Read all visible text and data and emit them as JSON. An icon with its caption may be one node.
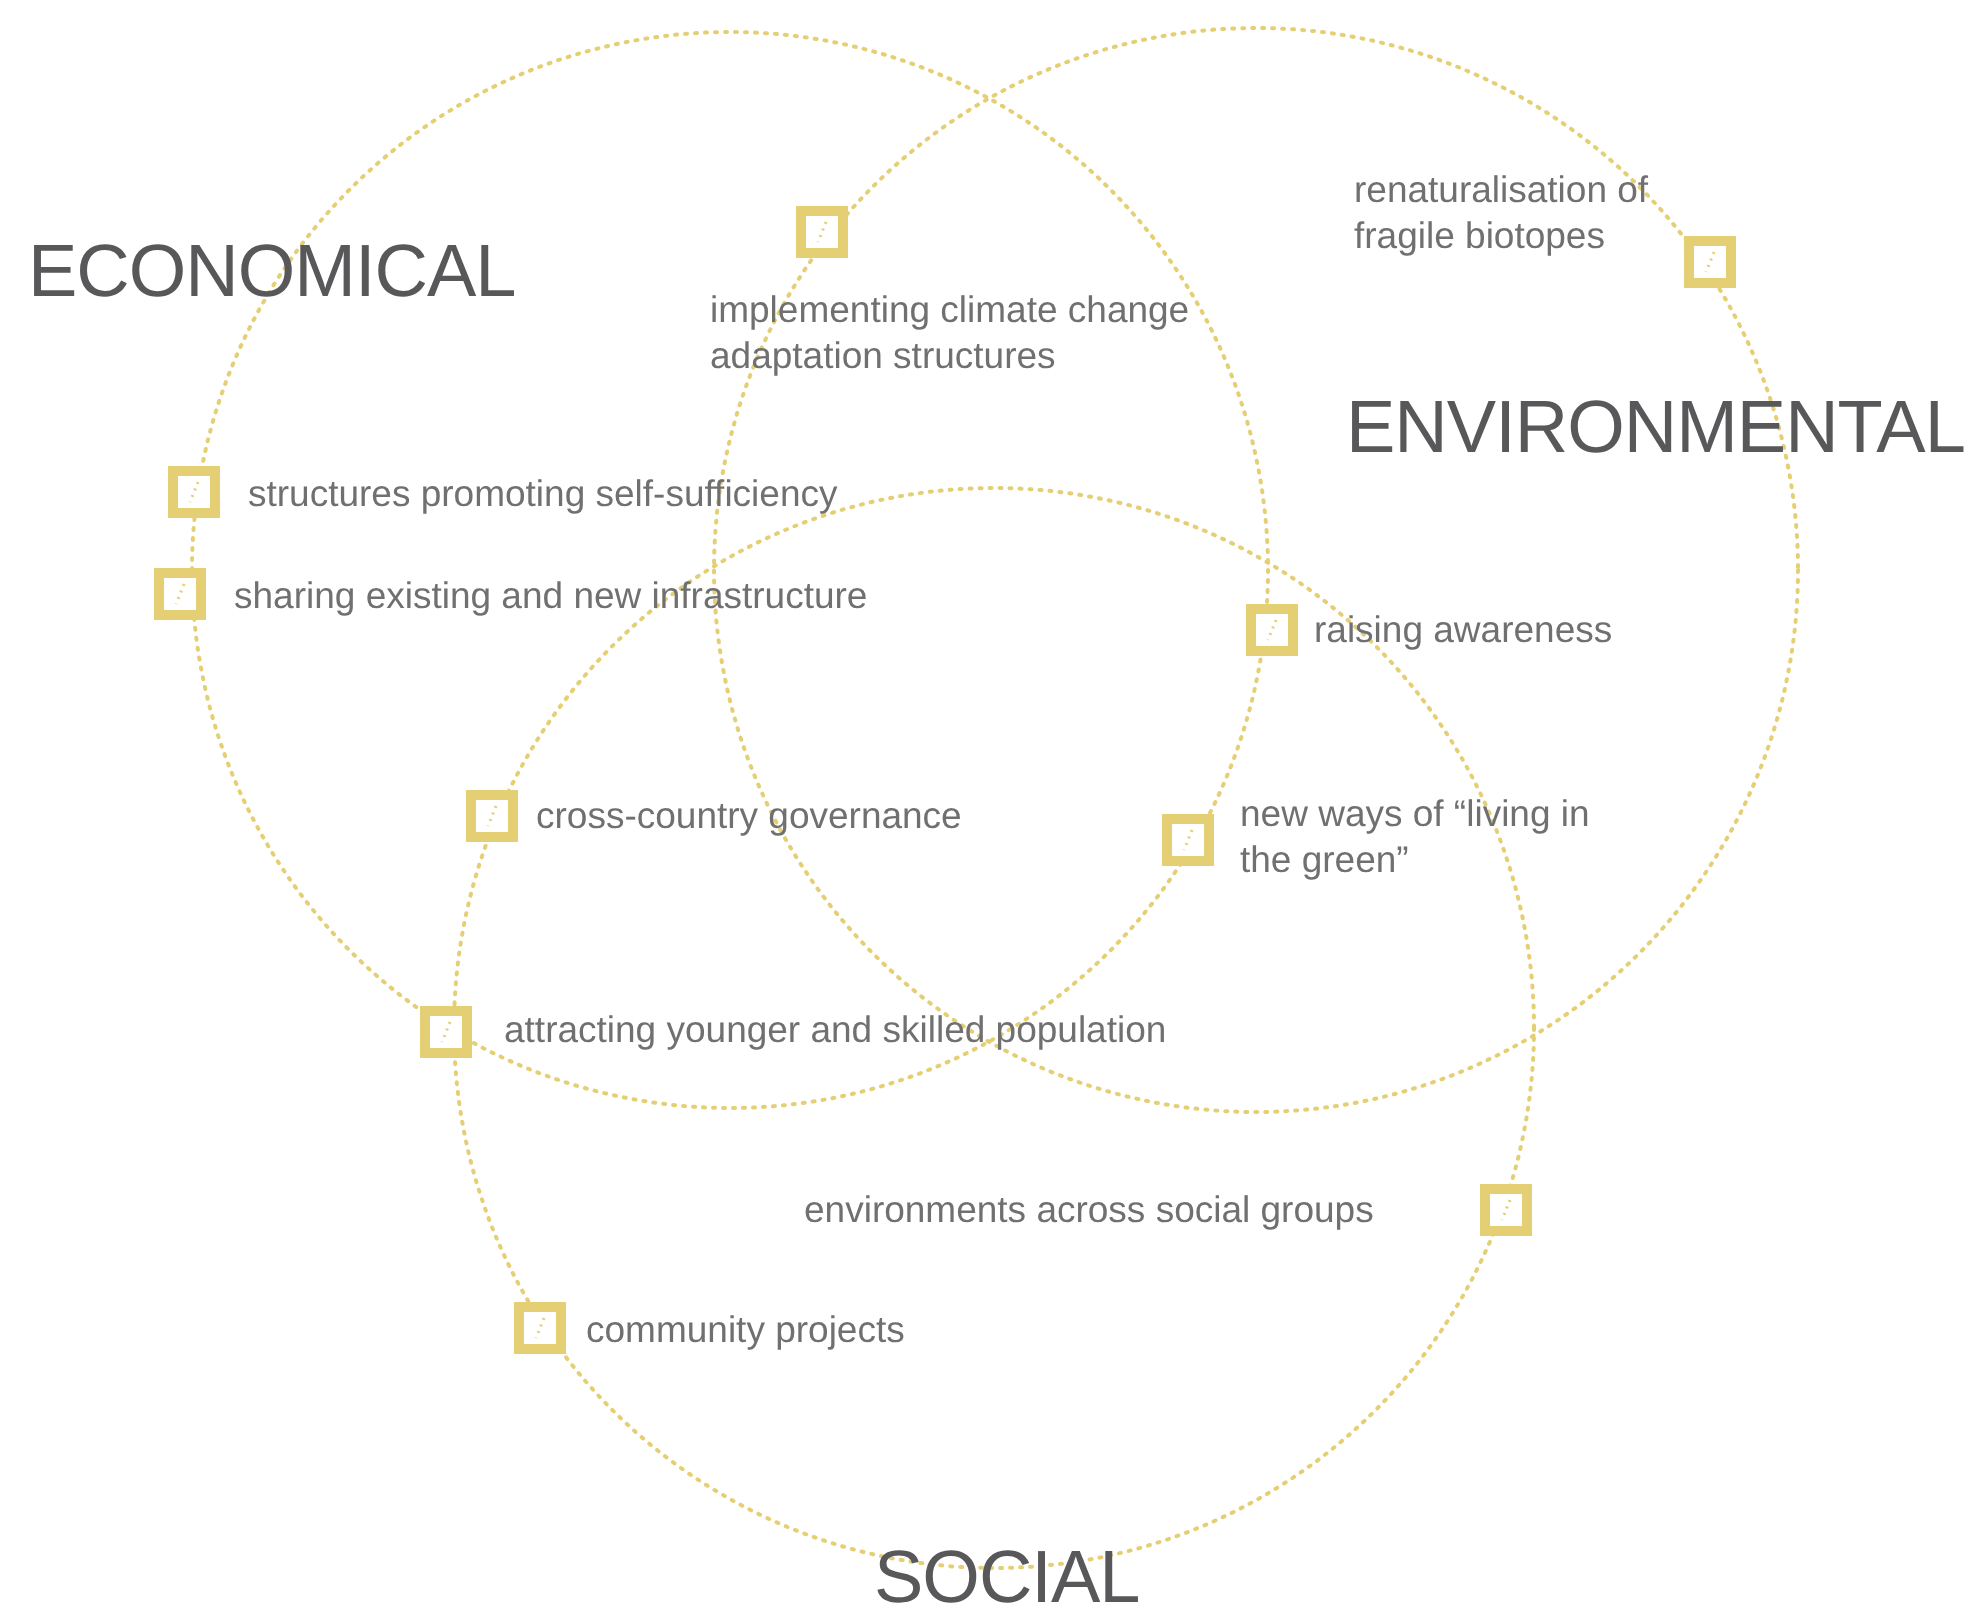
{
  "diagram": {
    "nodes": [
      {
        "text": [
          "ECONOMICAL"
        ]
      },
      {
        "text": [
          "ENVIRONMENTAL"
        ]
      },
      {
        "text": [
          "SOCIAL"
        ]
      }
    ],
    "labels": [
      "renaturalisation of fragile biotopes",
      "implementing climate change adaptation structures",
      "structures promoting self-sufficiency",
      "sharing existing and new infrastructure",
      "raising awareness",
      "cross-country governance",
      "new ways of “living in the green”",
      "attracting younger and skilled population",
      "environments across social groups",
      "community projects"
    ]
  }
}
